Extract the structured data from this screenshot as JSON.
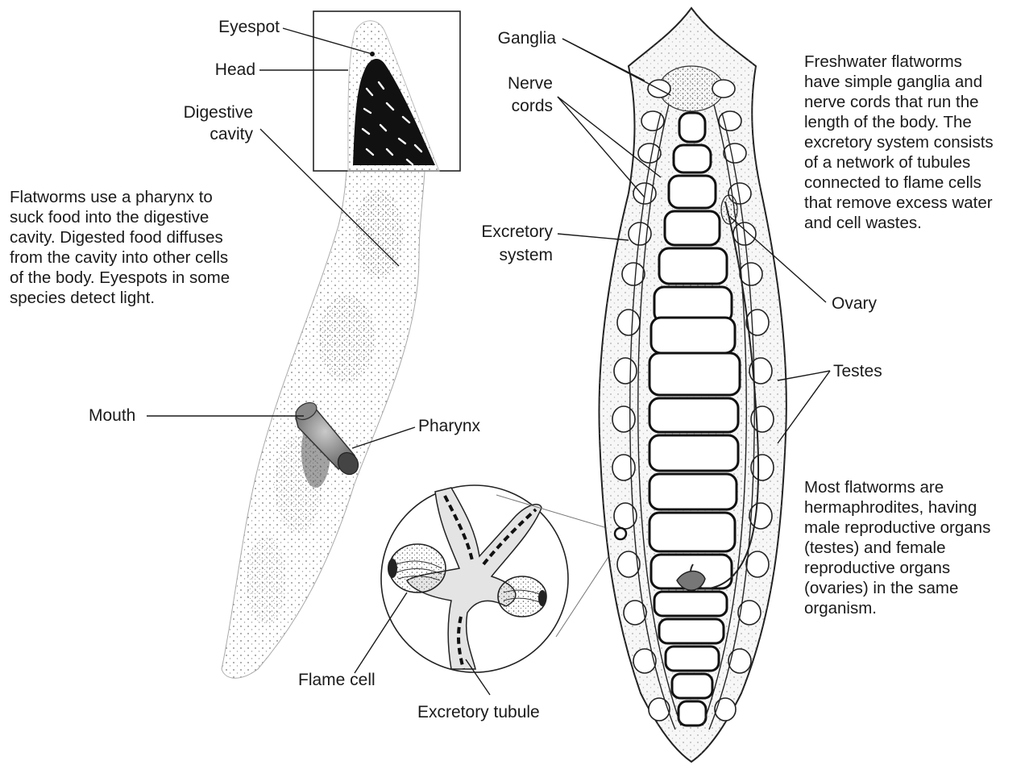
{
  "labels": {
    "eyespot": "Eyespot",
    "head": "Head",
    "digestive_cavity_1": "Digestive",
    "digestive_cavity_2": "cavity",
    "mouth": "Mouth",
    "pharynx": "Pharynx",
    "flame_cell": "Flame cell",
    "excretory_tubule": "Excretory tubule",
    "ganglia": "Ganglia",
    "nerve_cords_1": "Nerve",
    "nerve_cords_2": "cords",
    "excretory_system_1": "Excretory",
    "excretory_system_2": "system",
    "ovary": "Ovary",
    "testes": "Testes"
  },
  "paragraphs": {
    "left": "Flatworms use a pharynx to\nsuck food into the digestive\ncavity. Digested food diffuses\nfrom the cavity into other cells\nof the body. Eyespots in some\nspecies detect light.",
    "right_top": "Freshwater flatworms\nhave simple ganglia and\nnerve cords that run the\nlength of the body. The\nexcretory system consists\nof a network of tubules\nconnected to flame cells\nthat remove excess water\nand cell wastes.",
    "right_bottom": "Most flatworms are\nhermaphrodites, having\nmale reproductive organs\n(testes) and female\nreproductive organs\n(ovaries) in the same\norganism."
  }
}
